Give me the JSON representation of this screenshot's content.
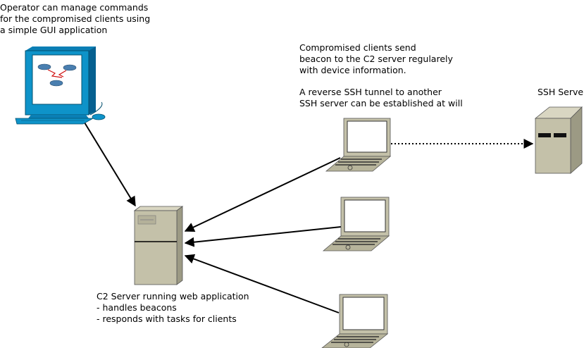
{
  "operator_note": "Operator can manage commands\nfor the compromised clients using\na simple GUI application",
  "beacon_note": "Compromised clients send\nbeacon to the C2 server regularely\nwith device information.",
  "tunnel_note": "A reverse SSH tunnel to another\nSSH server can be established at will",
  "ssh_server_label": "SSH Server",
  "c2_note": "C2 Server running web application\n- handles beacons\n- responds with tasks for clients"
}
